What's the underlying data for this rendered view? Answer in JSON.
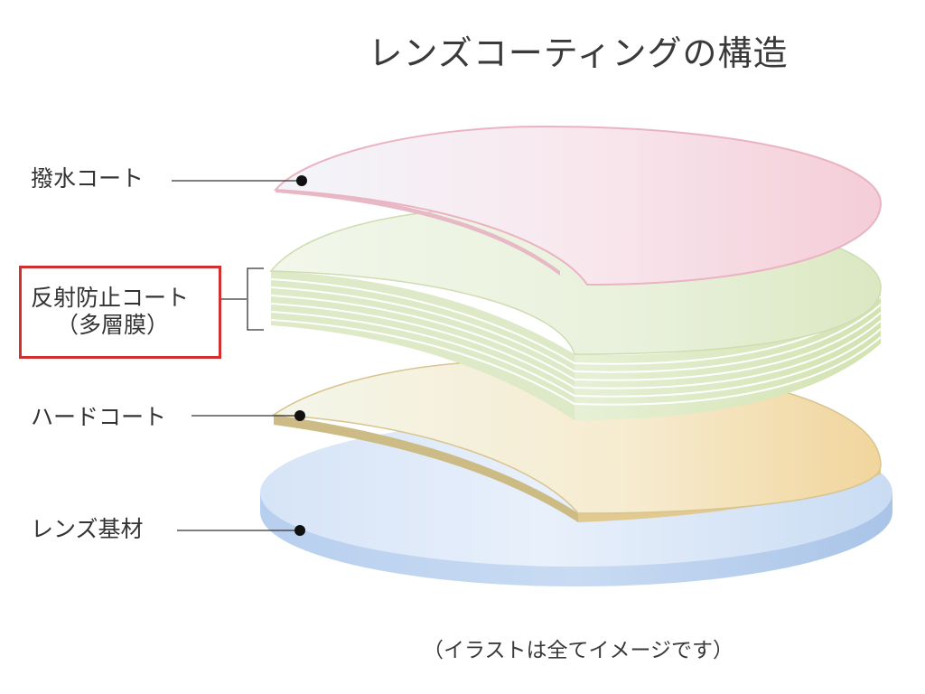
{
  "title": "レンズコーティングの構造",
  "labels": {
    "water_repellent": "撥水コート",
    "anti_reflection_line1": "反射防止コート",
    "anti_reflection_line2": "（多層膜）",
    "hard_coat": "ハードコート",
    "lens_base": "レンズ基材"
  },
  "note": "（イラストは全てイメージです）",
  "colors": {
    "water_repellent": "#f2c6d2",
    "anti_reflection": "#d8e6b8",
    "hard_coat": "#efd9a5",
    "lens_base": "#b9d1ee",
    "highlight": "#d32f2f"
  }
}
